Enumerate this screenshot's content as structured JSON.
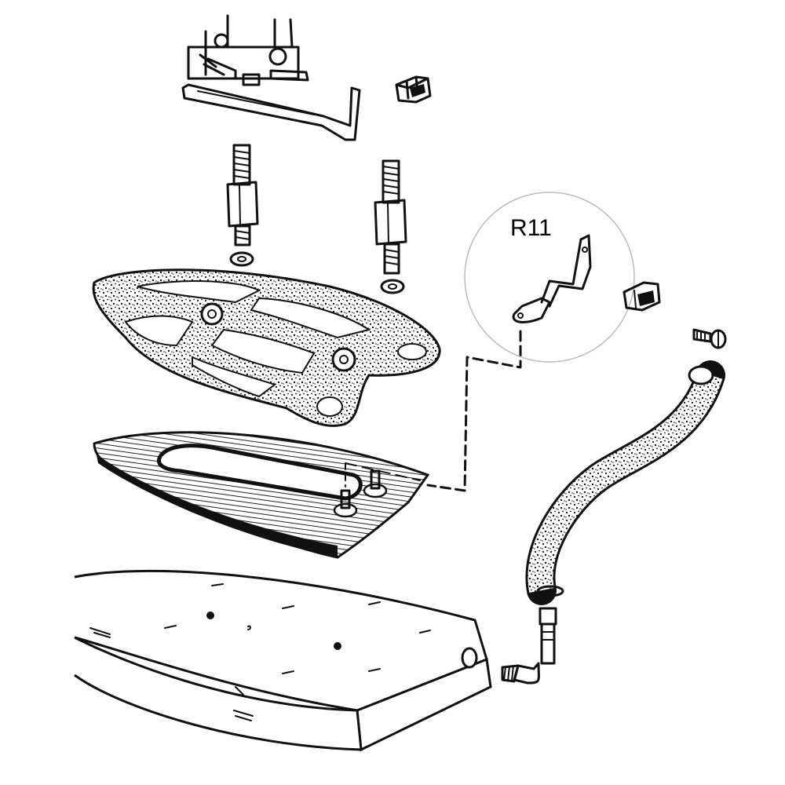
{
  "diagram": {
    "callout": {
      "label": "R11"
    },
    "colors": {
      "ink": "#111111",
      "background": "#ffffff",
      "callout_circle": "#bbbbbb"
    },
    "parts": [
      "thermostat-bracket-assembly",
      "clip",
      "threaded-standoff-left",
      "threaded-standoff-right",
      "washer-left",
      "washer-right",
      "heating-element-frame",
      "soleplate-cover",
      "terminal-bracket-r11",
      "clip-small",
      "screw",
      "flexible-hose",
      "elbow-fitting",
      "iron-base"
    ]
  }
}
